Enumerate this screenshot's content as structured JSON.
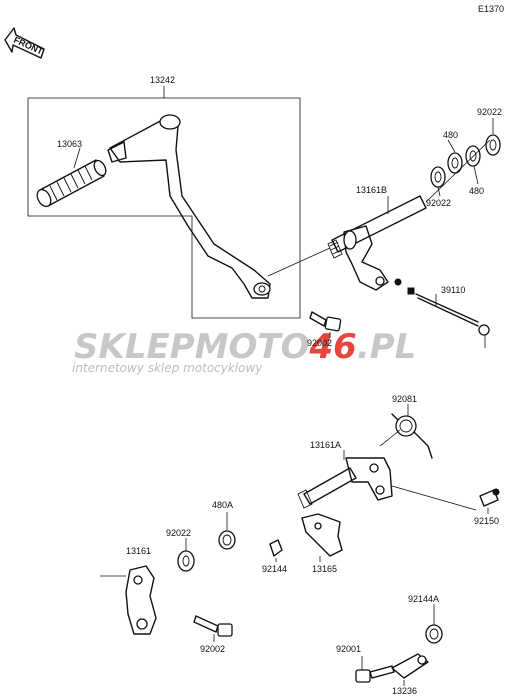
{
  "diagram_code": "E1370",
  "front_label": "FRONT",
  "watermark": {
    "brand_a": "SKLEP",
    "brand_b": "MOTO",
    "brand_c": "46",
    "brand_d": ".PL",
    "tagline": "internetowy sklep motocyklowy",
    "colors": {
      "gray": "#c7c7c7",
      "red": "#e8453c"
    }
  },
  "labels": {
    "p13242": "13242",
    "p13063": "13063",
    "p92022_top": "92022",
    "p480_a": "480",
    "p480_b": "480",
    "p13161B": "13161B",
    "p92022_mid": "92022",
    "p39110": "39110",
    "p92002_top": "92002",
    "p92081": "92081",
    "p13161A": "13161A",
    "p480A": "480A",
    "p92022_low": "92022",
    "p13161": "13161",
    "p92144": "92144",
    "p13165": "13165",
    "p92150": "92150",
    "p92144A": "92144A",
    "p92002_low": "92002",
    "p92001": "92001",
    "p13236": "13236"
  }
}
